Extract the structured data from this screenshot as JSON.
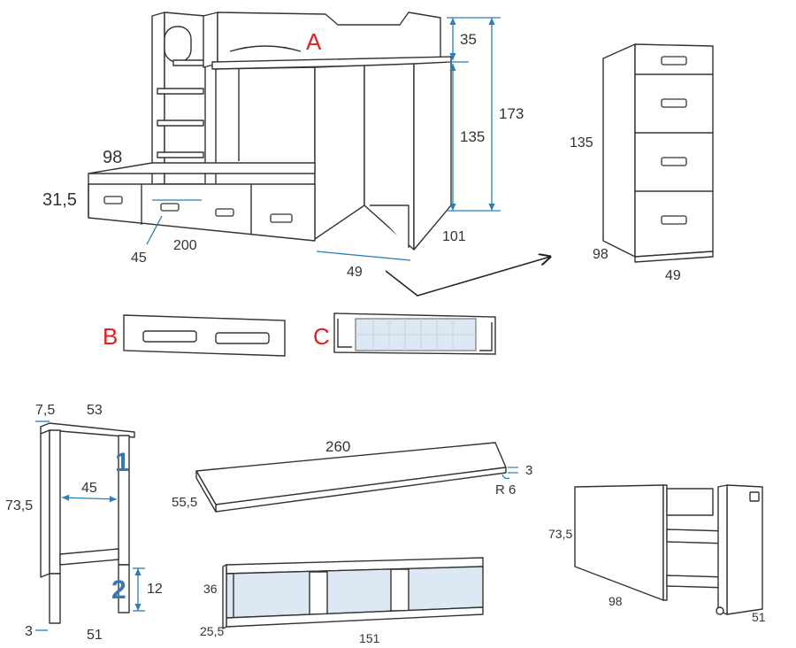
{
  "labels": {
    "a": "A",
    "b": "B",
    "c": "C"
  },
  "loft_bed": {
    "d35": "35",
    "d173": "173",
    "d135": "135",
    "d98": "98",
    "d31_5": "31,5",
    "d45": "45",
    "d200": "200",
    "d49": "49",
    "d101": "101"
  },
  "chest": {
    "d135": "135",
    "d98": "98",
    "d49": "49"
  },
  "desk_frame": {
    "d7_5": "7,5",
    "d53": "53",
    "d45": "45",
    "d73_5": "73,5",
    "d12": "12",
    "d3": "3",
    "d51": "51",
    "mark1": "1",
    "mark2": "2"
  },
  "desktop": {
    "d260": "260",
    "d3": "3",
    "r6": "R 6",
    "d55_5": "55,5"
  },
  "shelf": {
    "d36": "36",
    "d25_5": "25,5",
    "d151": "151"
  },
  "cabinet": {
    "d73_5": "73,5",
    "d98": "98",
    "d51": "51"
  },
  "colors": {
    "panel_fill": "#dce8f4",
    "dimension_line": "#2a7fb8",
    "label_red": "#e02020"
  }
}
